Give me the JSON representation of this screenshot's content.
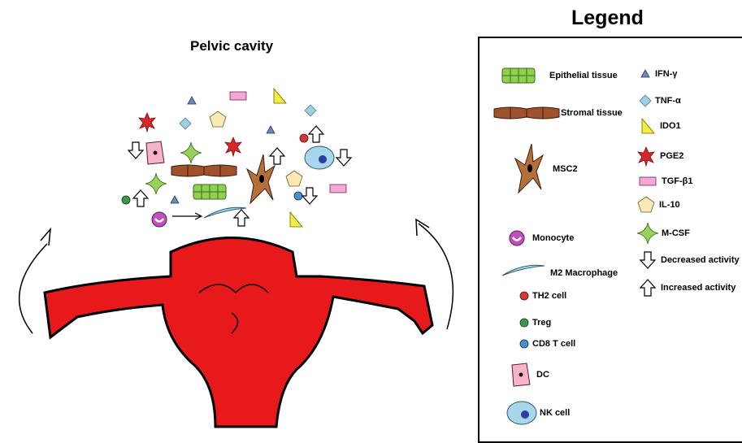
{
  "diagram": {
    "title": "Pelvic cavity",
    "colors": {
      "uterus": "#e8191b",
      "epithelial": "#8fd14f",
      "stromal": "#a0522d",
      "msc": "#b5703a",
      "ifn": "#6f87b8",
      "tnf": "#9fd0e0",
      "ido1": "#f3ef3c",
      "pge2": "#d8262a",
      "tgf": "#f4a6d7",
      "il10": "#fbe8b4",
      "mcsf": "#9ad15b",
      "monocyte": "#c04fc0",
      "macrophage": "#a9d7ea",
      "th2": "#d23a3a",
      "treg": "#3a9a4a",
      "cd8": "#4a90c8",
      "dc": "#f7b3c8",
      "nk_outer": "#a9d7ea",
      "nk_inner": "#2b3fa8"
    }
  },
  "legend": {
    "title": "Legend",
    "items": {
      "epithelial": "Epithelial tissue",
      "stromal": "Stromal tissue",
      "msc": "MSC2",
      "monocyte": "Monocyte",
      "macrophage": "M2 Macrophage",
      "th2": "TH2 cell",
      "treg": "Treg",
      "cd8": "CD8 T cell",
      "dc": "DC",
      "nk": "NK cell",
      "ifn": "IFN-γ",
      "tnf": "TNF-α",
      "ido1": "IDO1",
      "pge2": "PGE2",
      "tgf": "TGF-β1",
      "il10": "IL-10",
      "mcsf": "M-CSF",
      "decreased": "Decreased activity",
      "increased": "Increased activity"
    }
  }
}
